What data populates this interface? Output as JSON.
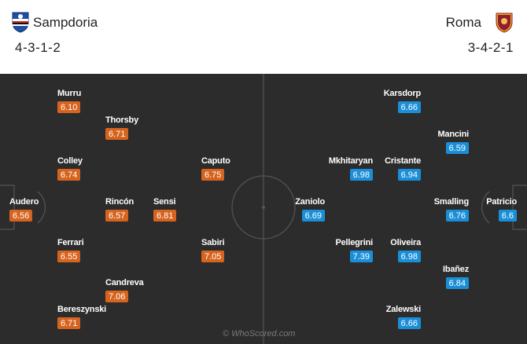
{
  "home": {
    "name": "Sampdoria",
    "formation": "4-3-1-2",
    "crest": "sampdoria-crest",
    "colors": {
      "rating_bg": "#d6641f"
    },
    "players": [
      {
        "name": "Audero",
        "rating": "6.56"
      },
      {
        "name": "Murru",
        "rating": "6.10"
      },
      {
        "name": "Colley",
        "rating": "6.74"
      },
      {
        "name": "Ferrari",
        "rating": "6.55"
      },
      {
        "name": "Bereszynski",
        "rating": "6.71"
      },
      {
        "name": "Thorsby",
        "rating": "6.71"
      },
      {
        "name": "Rincón",
        "rating": "6.57"
      },
      {
        "name": "Candreva",
        "rating": "7.06"
      },
      {
        "name": "Sensi",
        "rating": "6.81"
      },
      {
        "name": "Caputo",
        "rating": "6.75"
      },
      {
        "name": "Sabiri",
        "rating": "7.05"
      }
    ]
  },
  "away": {
    "name": "Roma",
    "formation": "3-4-2-1",
    "crest": "roma-crest",
    "colors": {
      "rating_bg": "#1a8fd8"
    },
    "players": [
      {
        "name": "Karsdorp",
        "rating": "6.66"
      },
      {
        "name": "Mancini",
        "rating": "6.59"
      },
      {
        "name": "Mkhitaryan",
        "rating": "6.98"
      },
      {
        "name": "Cristante",
        "rating": "6.94"
      },
      {
        "name": "Zaniolo",
        "rating": "6.69"
      },
      {
        "name": "Smalling",
        "rating": "6.76"
      },
      {
        "name": "Patricio",
        "rating": "6.6"
      },
      {
        "name": "Pellegrini",
        "rating": "7.39"
      },
      {
        "name": "Oliveira",
        "rating": "6.98"
      },
      {
        "name": "Ibañez",
        "rating": "6.84"
      },
      {
        "name": "Zalewski",
        "rating": "6.66"
      }
    ]
  },
  "pitch_color": "#2c2c2c",
  "watermark": "© WhoScored.com"
}
